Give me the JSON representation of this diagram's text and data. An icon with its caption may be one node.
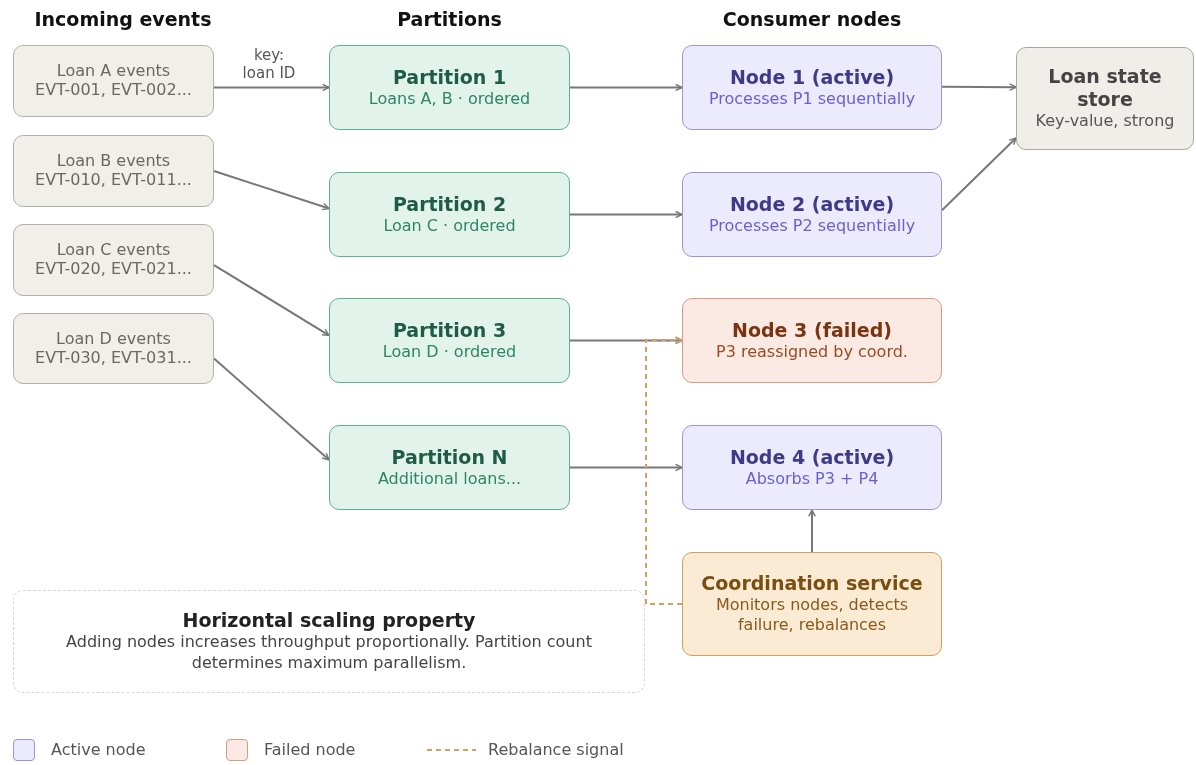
{
  "diagram": {
    "nodes": [
      {
        "text": [
          "Loan A events",
          "EVT-001, EVT-002..."
        ]
      },
      {
        "text": [
          "Loan B events",
          "EVT-010, EVT-011..."
        ]
      },
      {
        "text": [
          "Loan C events",
          "EVT-020, EVT-021..."
        ]
      },
      {
        "text": [
          "Loan D events",
          "EVT-030, EVT-031..."
        ]
      },
      {
        "text": [
          "Partition 1",
          "Loans A, B · ordered"
        ]
      },
      {
        "text": [
          "Partition 2",
          "Loan C · ordered"
        ]
      },
      {
        "text": [
          "Partition 3",
          "Loan D · ordered"
        ]
      },
      {
        "text": [
          "Partition N",
          "Additional loans..."
        ]
      },
      {
        "text": [
          "Node 1 (active)",
          "Processes P1 sequentially"
        ]
      },
      {
        "text": [
          "Node 2 (active)",
          "Processes P2 sequentially"
        ]
      },
      {
        "text": [
          "Node 3 (failed)",
          "P3 reassigned by coord."
        ]
      },
      {
        "text": [
          "Node 4 (active)",
          "Absorbs P3 + P4"
        ]
      },
      {
        "text": [
          "Loan state store",
          "Key-value, strong"
        ]
      },
      {
        "text": [
          "Coordination service",
          "Monitors nodes, detects failure, rebalances"
        ]
      },
      {
        "text": [
          "Horizontal scaling property",
          "Adding nodes increases throughput proportionally. Partition count determines maximum parallelism."
        ]
      }
    ],
    "edges": [
      {
        "from": 0,
        "to": 4,
        "arrow": "to",
        "label": "key: loan ID"
      },
      {
        "from": 1,
        "to": 5,
        "arrow": "to"
      },
      {
        "from": 2,
        "to": 6,
        "arrow": "to"
      },
      {
        "from": 3,
        "to": 7,
        "arrow": "to"
      },
      {
        "from": 4,
        "to": 8,
        "arrow": "to"
      },
      {
        "from": 5,
        "to": 9,
        "arrow": "to"
      },
      {
        "from": 6,
        "to": 10,
        "arrow": "to"
      },
      {
        "from": 7,
        "to": 11,
        "arrow": "to"
      },
      {
        "from": 8,
        "to": 12,
        "arrow": "to"
      },
      {
        "from": 9,
        "to": 12,
        "arrow": "to"
      },
      {
        "from": 13,
        "to": 11,
        "arrow": "to"
      },
      {
        "from": 13,
        "to": 10,
        "arrow": "to",
        "style": "dashed",
        "color": "#d4a060"
      }
    ],
    "labels": [
      "Incoming events",
      "Partitions",
      "Consumer nodes"
    ],
    "legend": [
      {
        "text": "Active node",
        "color": "#ecebfd"
      },
      {
        "text": "Failed node",
        "color": "#faeae3"
      },
      {
        "text": "Rebalance signal"
      }
    ]
  }
}
